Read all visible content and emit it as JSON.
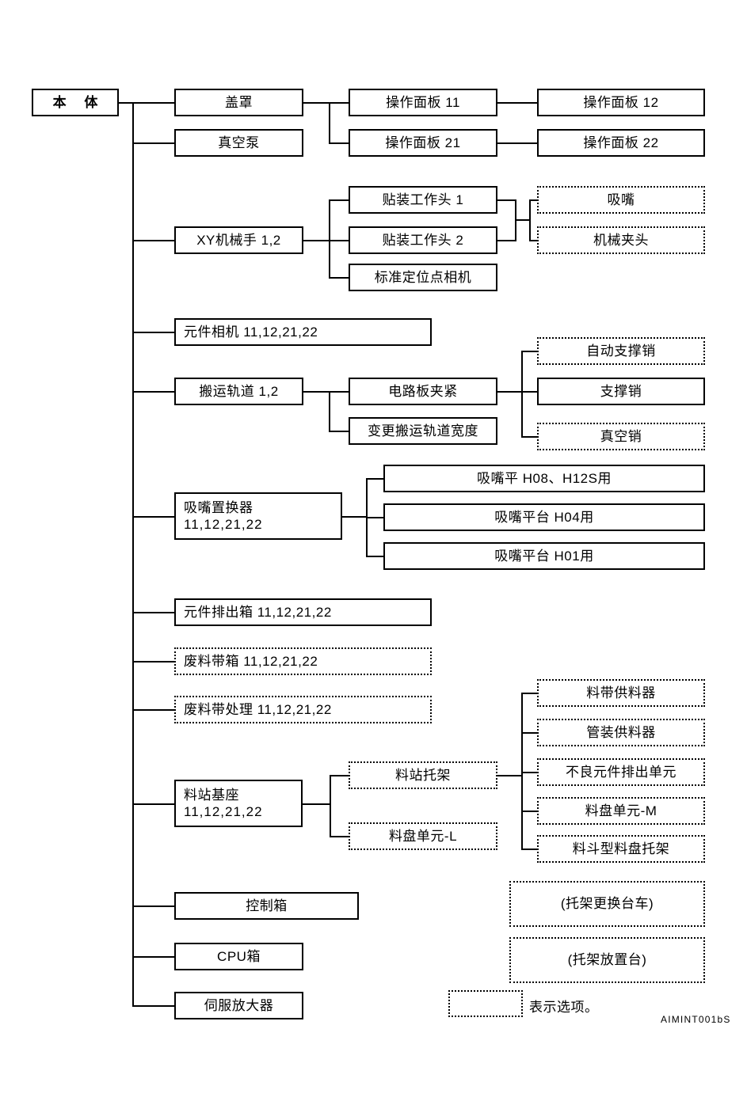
{
  "diagram": {
    "type": "tree",
    "title_code": "AIMINT001bS",
    "legend": {
      "symbol_meaning": "表示选项。"
    },
    "colors": {
      "line": "#000000",
      "background": "#ffffff",
      "text": "#000000"
    },
    "nodes": {
      "root": "本 体",
      "cover": "盖罩",
      "vacuum_pump": "真空泵",
      "op_panel_11": "操作面板 11",
      "op_panel_12": "操作面板 12",
      "op_panel_21": "操作面板 21",
      "op_panel_22": "操作面板 22",
      "xy_robot": "XY机械手 1,2",
      "head_1": "贴装工作头 1",
      "head_2": "贴装工作头 2",
      "fiducial_camera": "标准定位点相机",
      "nozzle": "吸嘴",
      "mech_chuck": "机械夹头",
      "part_camera": "元件相机 11,12,21,22",
      "conveyor_rail": "搬运轨道 1,2",
      "board_clamp": "电路板夹紧",
      "rail_width_change": "变更搬运轨道宽度",
      "auto_support_pin": "自动支撑销",
      "support_pin": "支撑销",
      "vacuum_pin": "真空销",
      "nozzle_changer_l1": "吸嘴置换器",
      "nozzle_changer_l2": "11,12,21,22",
      "nozzle_station_h08": "吸嘴平 H08、H12S用",
      "nozzle_station_h04": "吸嘴平台 H04用",
      "nozzle_station_h01": "吸嘴平台 H01用",
      "part_discharge_box": "元件排出箱 11,12,21,22",
      "waste_tape_box": "废料带箱 11,12,21,22",
      "waste_tape_process": "废料带处理 11,12,21,22",
      "feeder_base_l1": "料站基座",
      "feeder_base_l2": "11,12,21,22",
      "feeder_pallet": "料站托架",
      "tray_unit_l": "料盘单元-L",
      "tape_feeder": "料带供料器",
      "stick_feeder": "管装供料器",
      "reject_unit": "不良元件排出单元",
      "tray_unit_m": "料盘单元-M",
      "hopper_tray_pallet": "料斗型料盘托架",
      "control_box": "控制箱",
      "cpu_box": "CPU箱",
      "servo_amp": "伺服放大器",
      "pallet_exchange_cart": "(托架更换台车)",
      "pallet_stand": "(托架放置台)"
    },
    "option_nodes": [
      "nozzle",
      "mech_chuck",
      "auto_support_pin",
      "vacuum_pin",
      "waste_tape_box",
      "waste_tape_process",
      "feeder_pallet",
      "tray_unit_l",
      "tape_feeder",
      "stick_feeder",
      "reject_unit",
      "tray_unit_m",
      "hopper_tray_pallet",
      "pallet_exchange_cart",
      "pallet_stand"
    ]
  }
}
